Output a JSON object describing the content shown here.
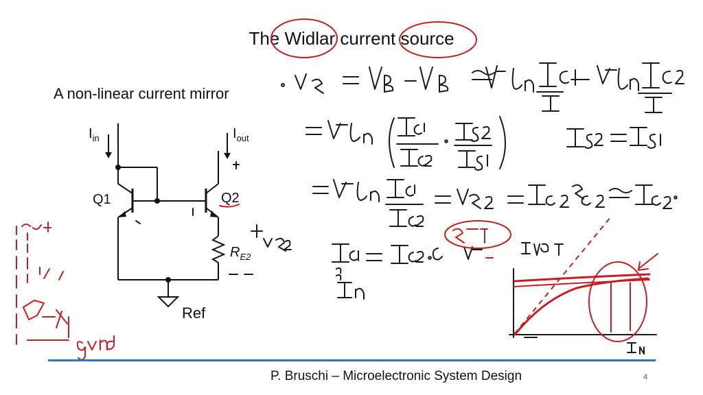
{
  "slide": {
    "title": "The Widlar current source",
    "subtitle": "A non-linear current mirror",
    "footer": "P. Bruschi – Microelectronic System Design",
    "page_number": "4"
  },
  "circuit": {
    "iin_main": "I",
    "iin_sub": "in",
    "iout_main": "I",
    "iout_sub": "out",
    "q1": "Q1",
    "q2": "Q2",
    "re2_main": "R",
    "re2_sub": "E2",
    "ref": "Ref"
  },
  "colors": {
    "accent_line": "#2e79b5",
    "ink_black": "#1a1a1a",
    "ink_red": "#c41e24"
  }
}
